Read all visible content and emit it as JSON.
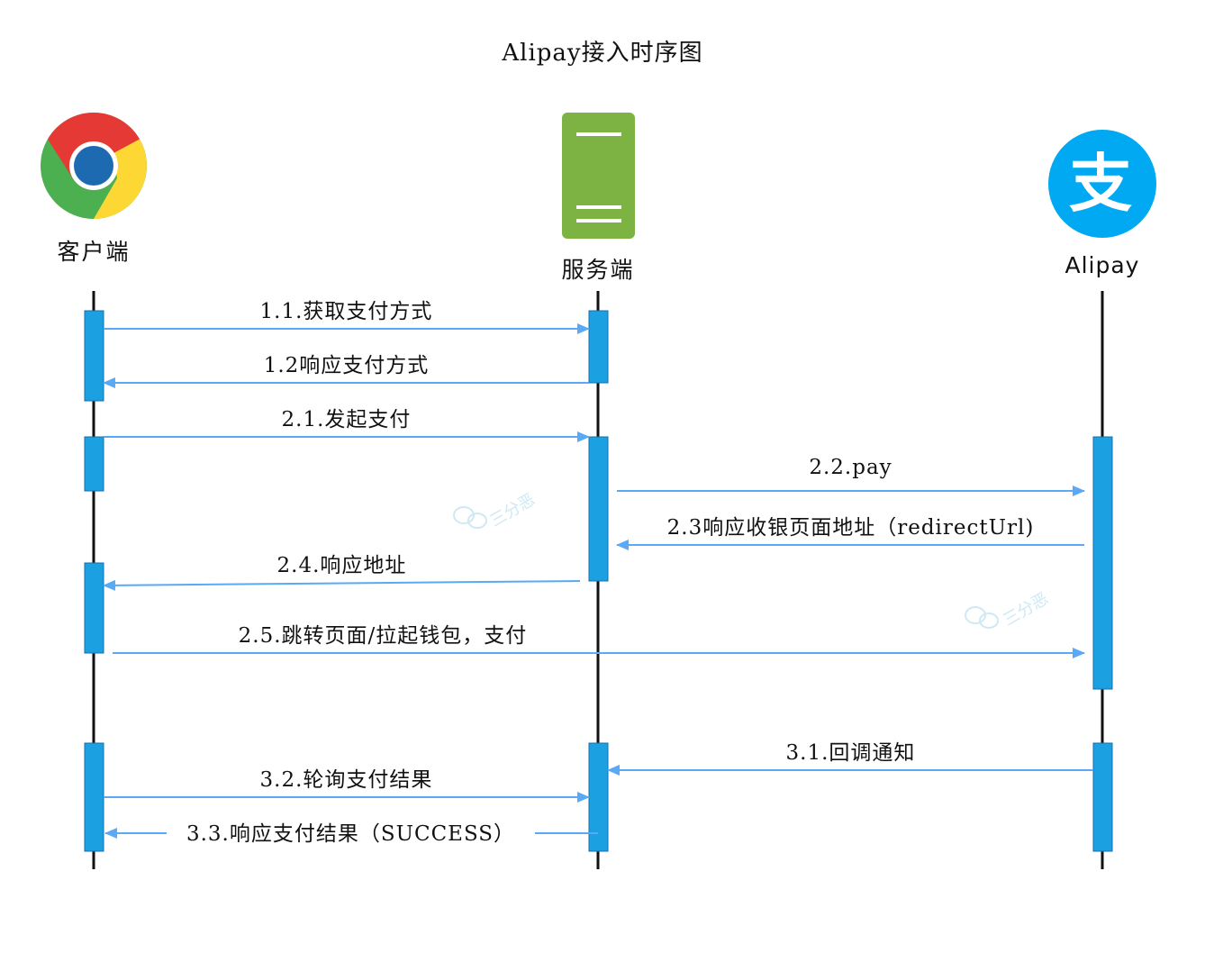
{
  "title": "Alipay接入时序图",
  "actors": {
    "client": "客户端",
    "server": "服务端",
    "alipay": "Alipay"
  },
  "alipay_icon_char": "支",
  "messages": [
    {
      "id": "m11",
      "label": "1.1.获取支付方式",
      "from": "client",
      "to": "server"
    },
    {
      "id": "m12",
      "label": "1.2响应支付方式",
      "from": "server",
      "to": "client"
    },
    {
      "id": "m21",
      "label": "2.1.发起支付",
      "from": "client",
      "to": "server"
    },
    {
      "id": "m22",
      "label": "2.2.pay",
      "from": "server",
      "to": "alipay"
    },
    {
      "id": "m23",
      "label": "2.3响应收银页面地址（redirectUrl)",
      "from": "alipay",
      "to": "server"
    },
    {
      "id": "m24",
      "label": "2.4.响应地址",
      "from": "server",
      "to": "client"
    },
    {
      "id": "m25",
      "label": "2.5.跳转页面/拉起钱包，支付",
      "from": "client",
      "to": "alipay"
    },
    {
      "id": "m31",
      "label": "3.1.回调通知",
      "from": "alipay",
      "to": "server"
    },
    {
      "id": "m32",
      "label": "3.2.轮询支付结果",
      "from": "client",
      "to": "server"
    },
    {
      "id": "m33",
      "label": "3.3.响应支付结果（SUCCESS）",
      "from": "server",
      "to": "client"
    }
  ],
  "watermark": "三分恶",
  "colors": {
    "lifeline": "#111111",
    "activation": "#1ba1e2",
    "arrow": "#5aa9f7",
    "server_icon": "#7cb342",
    "alipay_icon": "#00a9f1"
  }
}
